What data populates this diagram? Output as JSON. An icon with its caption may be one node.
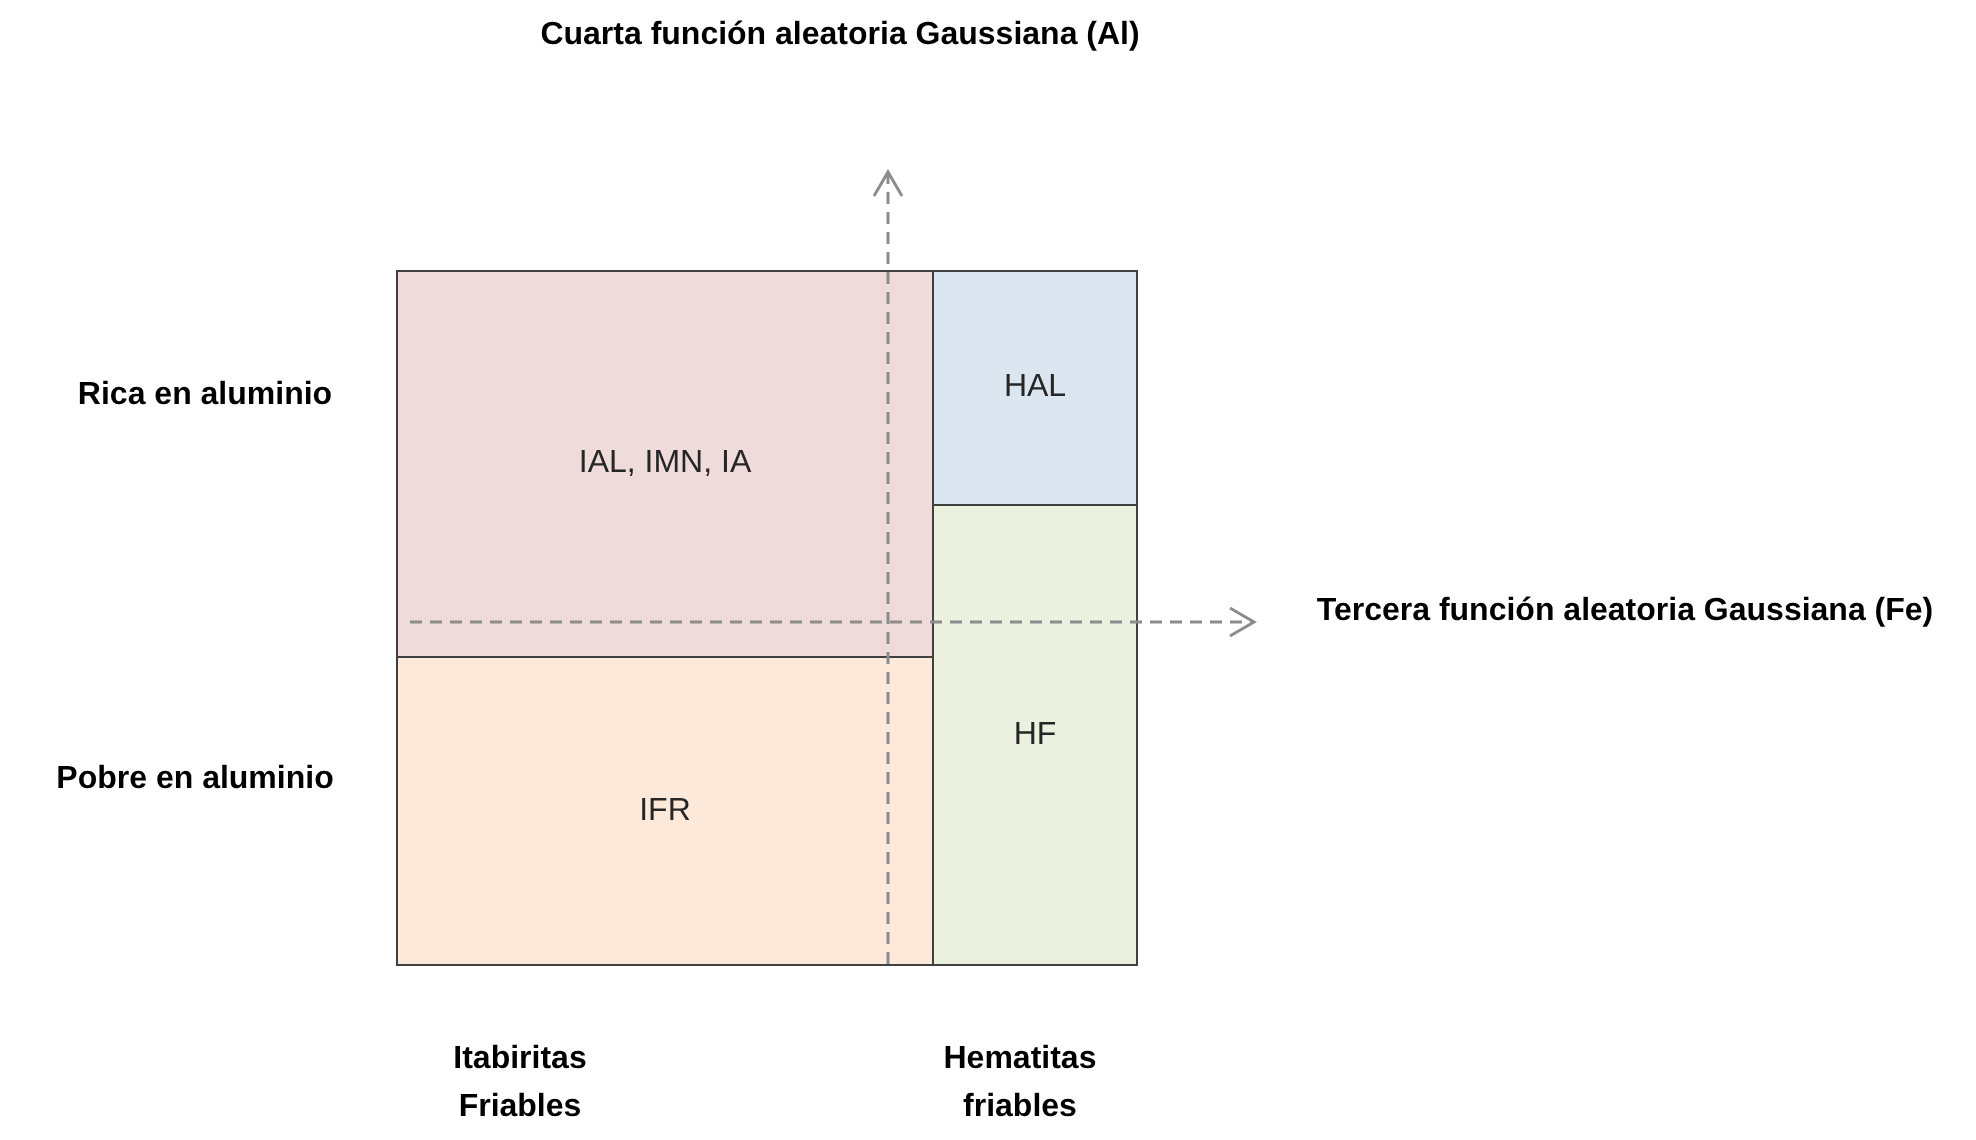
{
  "diagram": {
    "nodes": [
      {
        "text": [
          "IAL, IMN, IA"
        ]
      },
      {
        "text": [
          "HAL"
        ]
      },
      {
        "text": [
          "HF"
        ]
      },
      {
        "text": [
          "IFR"
        ]
      }
    ],
    "labels": [
      "Cuarta función aleatoria Gaussiana (Al)",
      "Rica en aluminio",
      "Tercera función aleatoria Gaussiana (Fe)",
      "Pobre en aluminio",
      "Itabiritas Friables",
      "Hematitas friables"
    ]
  }
}
